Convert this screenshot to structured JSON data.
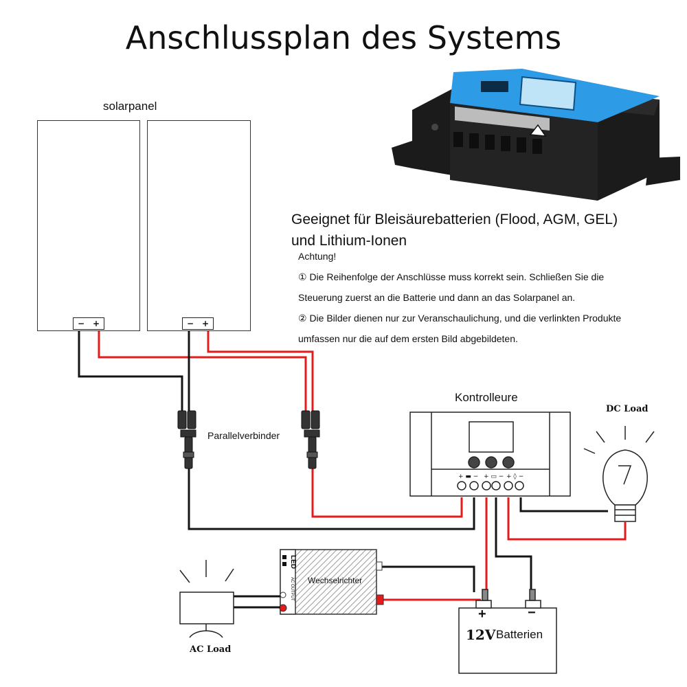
{
  "title": "Anschlussplan des Systems",
  "solar_label": "solarpanel",
  "heading_line1": "Geeignet für Bleisäurebatterien (Flood, AGM, GEL)",
  "heading_line2": "und Lithium-Ionen",
  "notes": {
    "attention": "Achtung!",
    "line1": "① Die Reihenfolge der Anschlüsse muss korrekt sein. Schließen Sie die",
    "line2": "Steuerung zuerst an die Batterie und dann an das Solarpanel an.",
    "line3": "② Die Bilder dienen nur zur Veranschaulichung, und die verlinkten Produkte",
    "line4": "umfassen nur die auf dem ersten Bild abgebildeten."
  },
  "parallel_label": "Parallelverbinder",
  "controller_label": "Kontrolleure",
  "dc_load_label": "DC Load",
  "inverter_label": "Wechselrichter",
  "inverter_led": "LED",
  "inverter_ac_output": "AC OUTPUT",
  "ac_load_label": "AC Load",
  "battery_voltage": "12V",
  "battery_label": "Batterien",
  "battery_plus": "+",
  "battery_minus": "−",
  "panel_terminal_minus": "−",
  "panel_terminal_plus": "+",
  "colors": {
    "positive_wire": "#e41b1b",
    "negative_wire": "#141414",
    "controller_blue": "#2e9be6"
  }
}
